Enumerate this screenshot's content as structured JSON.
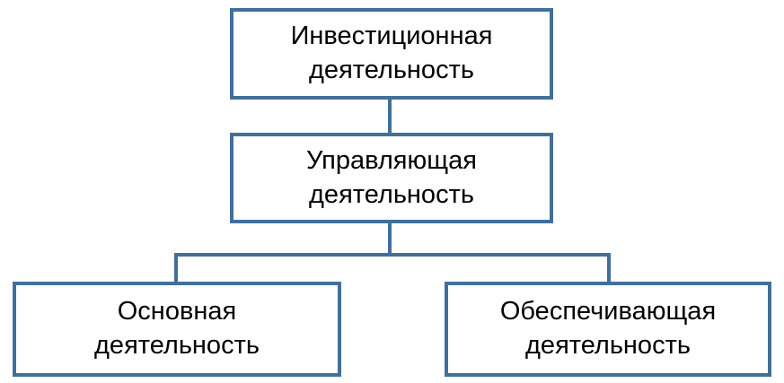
{
  "diagram": {
    "top": {
      "line1": "Инвестиционная",
      "line2": "деятельность"
    },
    "middle": {
      "line1": "Управляющая",
      "line2": "деятельность"
    },
    "left": {
      "line1": "Основная",
      "line2": "деятельность"
    },
    "right": {
      "line1": "Обеспечивающая",
      "line2": "деятельность"
    },
    "colors": {
      "border": "#426f99",
      "text": "#000000",
      "background": "#ffffff"
    }
  }
}
